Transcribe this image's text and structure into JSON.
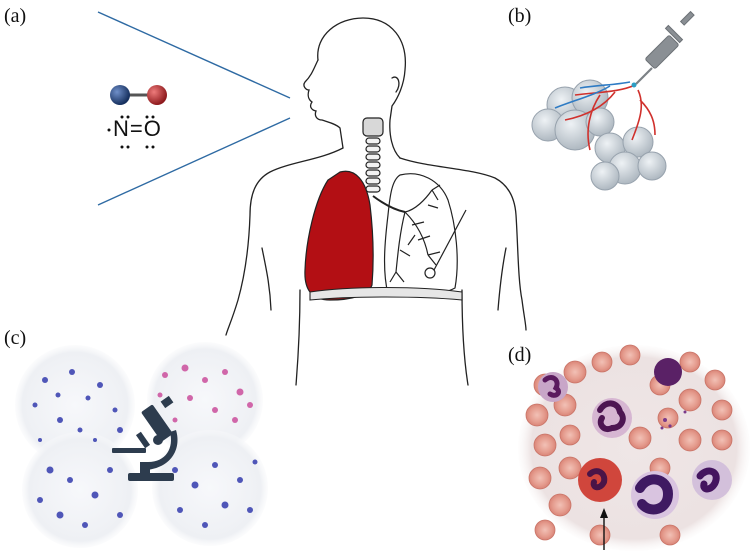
{
  "panels": {
    "a": "(a)",
    "b": "(b)",
    "c": "(c)",
    "d": "(d)"
  },
  "molecule": {
    "formula": "N=O",
    "atom_colors": {
      "nitrogen": "#1f3f7a",
      "oxygen": "#b3262b"
    }
  },
  "colors": {
    "lung": "#b30f14",
    "line_blue": "#2e6aa3",
    "outline": "#222222"
  },
  "icons": [
    "nitric-oxide-molecule-icon",
    "syringe-icon",
    "microscope-icon",
    "arrow-icon"
  ]
}
